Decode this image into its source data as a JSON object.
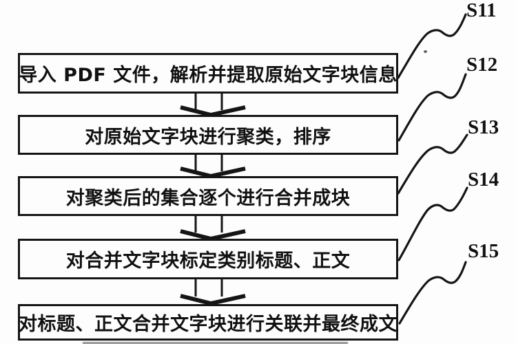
{
  "figure": {
    "kind": "patent-flowchart",
    "paper_color": "#fdfdfd",
    "ink_color": "#151515"
  },
  "flowchart": {
    "steps": [
      {
        "box_label": "导入 PDF 文件，解析并提取原始文字块信息",
        "step_tag": "S11"
      },
      {
        "box_label": "对原始文字块进行聚类，排序",
        "step_tag": "S12"
      },
      {
        "box_label": "对聚类后的集合逐个进行合并成块",
        "step_tag": "S13"
      },
      {
        "box_label": "对合并文字块标定类别标题、正文",
        "step_tag": "S14"
      },
      {
        "box_label": "对标题、正文合并文字块进行关联并最终成文",
        "step_tag": "S15"
      }
    ]
  }
}
